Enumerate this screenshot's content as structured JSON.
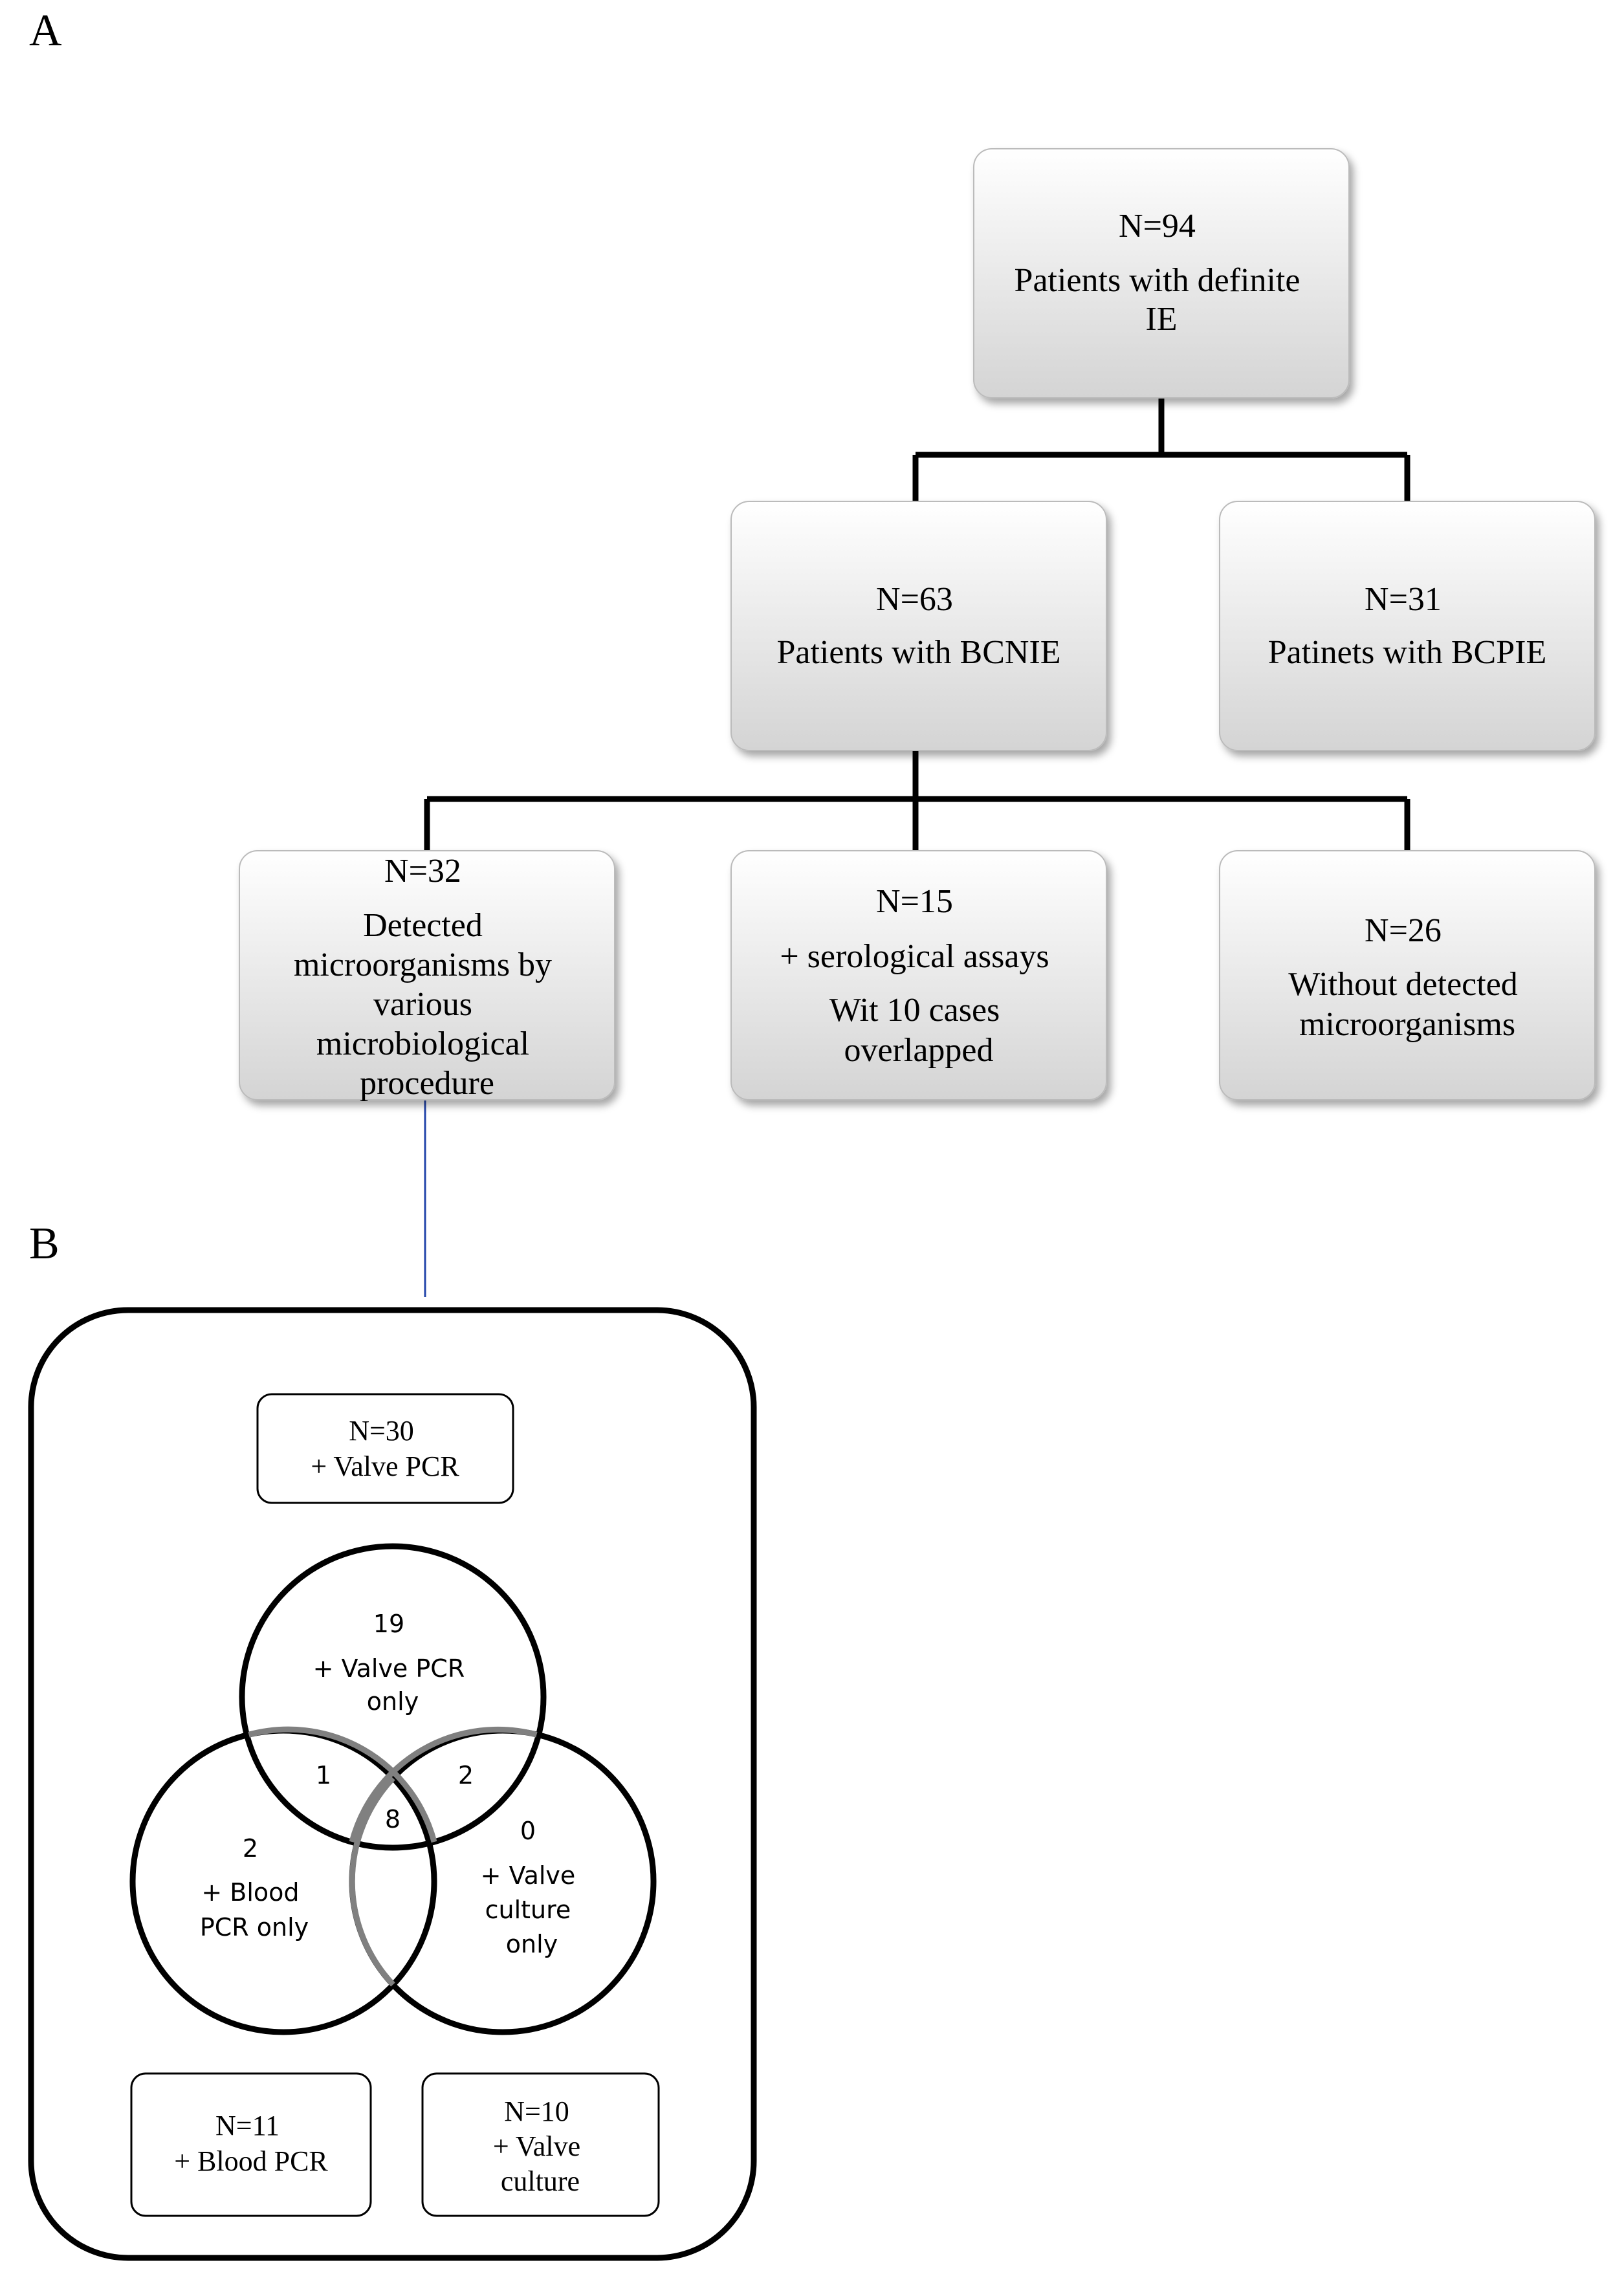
{
  "panel_labels": {
    "a": "A",
    "b": "B"
  },
  "flowchart": {
    "root": {
      "n": "N=94",
      "lines": [
        "Patients with definite",
        "IE"
      ]
    },
    "bcnie": {
      "n": "N=63",
      "lines": [
        "Patients with BCNIE"
      ]
    },
    "bcpie": {
      "n": "N=31",
      "lines": [
        "Patinets with BCPIE"
      ]
    },
    "detected": {
      "n": "N=32",
      "lines": [
        "Detected",
        "microorganisms by",
        "various",
        "microbiological",
        "procedure"
      ]
    },
    "serological": {
      "n": "N=15",
      "lines": [
        "+ serological assays",
        "Wit 10 cases",
        "overlapped"
      ]
    },
    "without": {
      "n": "N=26",
      "lines": [
        "Without detected",
        "microorganisms"
      ]
    }
  },
  "venn_panel": {
    "valve_pcr_box": {
      "n": "N=30",
      "label": "+ Valve PCR"
    },
    "blood_pcr_box": {
      "n": "N=11",
      "label": "+ Blood PCR"
    },
    "valve_culture_box": {
      "n": "N=10",
      "lines": [
        "+ Valve",
        "culture"
      ]
    },
    "regions": {
      "valve_pcr_only": {
        "count": "19",
        "lines": [
          "+ Valve PCR",
          "only"
        ]
      },
      "blood_pcr_only": {
        "count": "2",
        "lines": [
          "+ Blood",
          "PCR only"
        ]
      },
      "valve_culture_only": {
        "count": "0",
        "lines": [
          "+ Valve",
          "culture",
          "only"
        ]
      },
      "valve_pcr_and_blood_pcr": "1",
      "valve_pcr_and_valve_culture": "2",
      "all_three": "8"
    }
  },
  "colors": {
    "stroke": "#000000",
    "overlap_stroke": "#808080",
    "box_fill_top": "#ffffff",
    "box_fill_bottom": "#d9d9d9"
  }
}
